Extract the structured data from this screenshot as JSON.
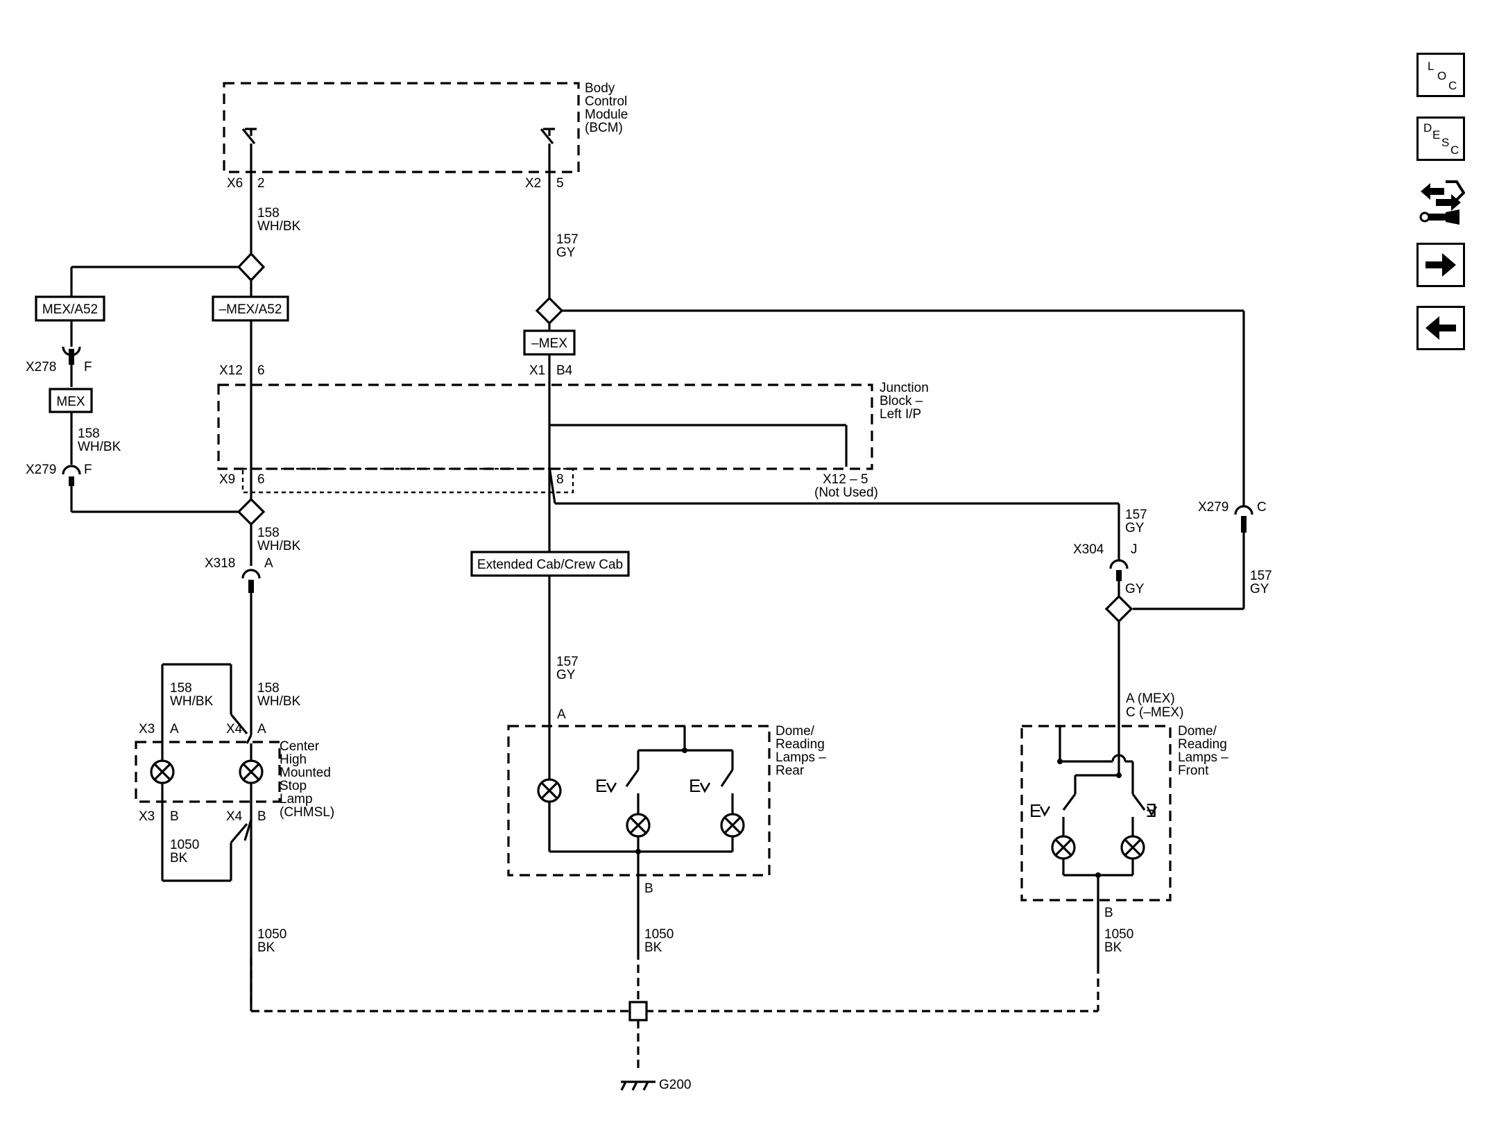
{
  "modules": {
    "bcm": "Body Control Module (BCM)",
    "junction_block": "Junction Block – Left I/P",
    "chmsl": "Center High Mounted Stop Lamp (CHMSL)",
    "dome_rear": "Dome/ Reading Lamps – Rear",
    "dome_front": "Dome/ Reading Lamps – Front"
  },
  "option_labels": {
    "mex_a52": "MEX/A52",
    "not_mex_a52": "–MEX/A52",
    "mex": "MEX",
    "not_mex": "–MEX",
    "ext_cab": "Extended Cab/Crew Cab"
  },
  "connectors": {
    "x6": "X6",
    "x6_pin": "2",
    "x2": "X2",
    "x2_pin": "5",
    "x278": "X278",
    "x278_pin": "F",
    "x279_left": "X279",
    "x279_left_pin": "F",
    "x12": "X12",
    "x12_pin": "6",
    "x9": "X9",
    "x9_pin": "6",
    "x1": "X1",
    "x1_pin": "B4",
    "pin8": "8",
    "x12_5": "X12 – 5",
    "not_used": "(Not Used)",
    "x318": "X318",
    "x318_pin": "A",
    "x304": "X304",
    "x304_pin": "J",
    "x279_right": "X279",
    "x279_right_pin": "C",
    "x3_top": "X3",
    "x3_top_pin": "A",
    "x4_top": "X4",
    "x4_top_pin": "A",
    "x3_bot": "X3",
    "x3_bot_pin": "B",
    "x4_bot": "X4",
    "x4_bot_pin": "B",
    "rear_a": "A",
    "rear_b": "B",
    "front_a": "A (MEX)",
    "front_c": "C (–MEX)",
    "front_b": "B"
  },
  "wires": {
    "w158_num": "158",
    "w158_color": "WH/BK",
    "w157_num": "157",
    "w157_color": "GY",
    "gy": "GY",
    "w1050_num": "1050",
    "w1050_color": "BK"
  },
  "ground": "G200",
  "nav": {
    "loc": [
      "L",
      "O",
      "C"
    ],
    "desc": [
      "D",
      "E",
      "S",
      "C"
    ],
    "icons": [
      "connector-icon",
      "arrow-right-icon",
      "arrow-left-icon"
    ]
  }
}
